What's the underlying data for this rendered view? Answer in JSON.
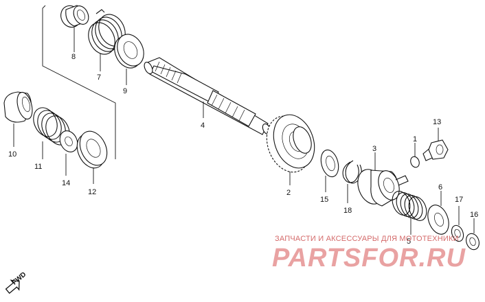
{
  "callouts": {
    "c1": "1",
    "c2": "2",
    "c3": "3",
    "c4": "4",
    "c5": "5",
    "c6": "6",
    "c7": "7",
    "c8": "8",
    "c9": "9",
    "c10": "10",
    "c11": "11",
    "c12": "12",
    "c13": "13",
    "c14": "14",
    "c15": "15",
    "c16": "16",
    "c17": "17",
    "c18": "18"
  },
  "direction_label": "FWD",
  "watermark": {
    "tagline": "ЗАПЧАСТИ И АКСЕССУАРЫ ДЛЯ МОТОТЕХНИКИ",
    "logo": "PARTSFOR.RU",
    "color": "#e9a2a2"
  }
}
